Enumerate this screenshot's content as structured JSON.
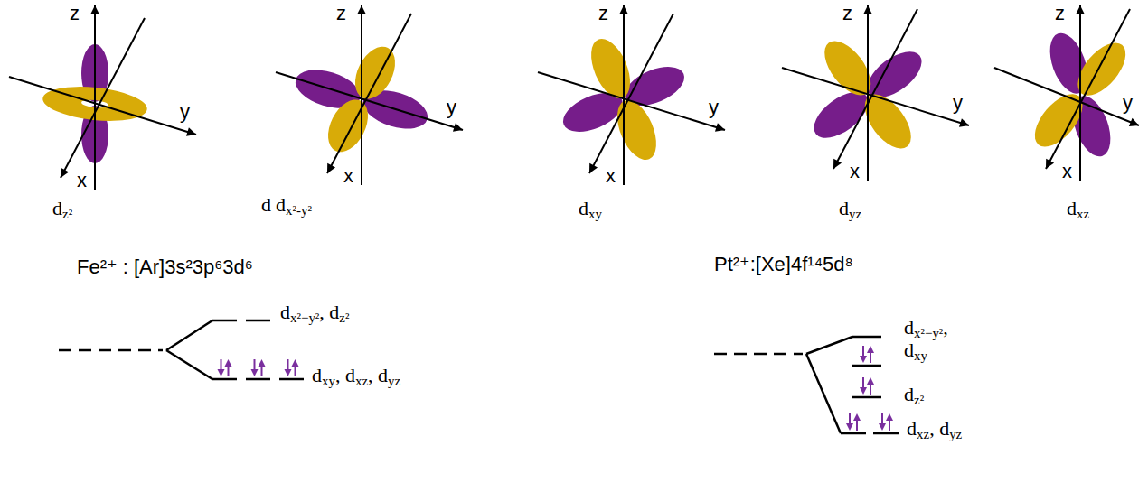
{
  "diagram": {
    "labels": [
      "z",
      "y",
      "x",
      "z",
      "y",
      "x",
      "z",
      "y",
      "x",
      "z",
      "y",
      "x",
      "z",
      "y",
      "x",
      "dz²",
      "d",
      "dx²-y²",
      "dxy",
      "dyz",
      "dxz",
      "Fe²⁺ : [Ar]3s²3p⁶3d⁶",
      "dx²−y², dz²",
      "dxy, dxz, dyz",
      "Pt²⁺:[Xe]4f¹⁴5d⁸",
      "dx²−y², dxy",
      "dz²",
      "dxz, dyz"
    ]
  }
}
